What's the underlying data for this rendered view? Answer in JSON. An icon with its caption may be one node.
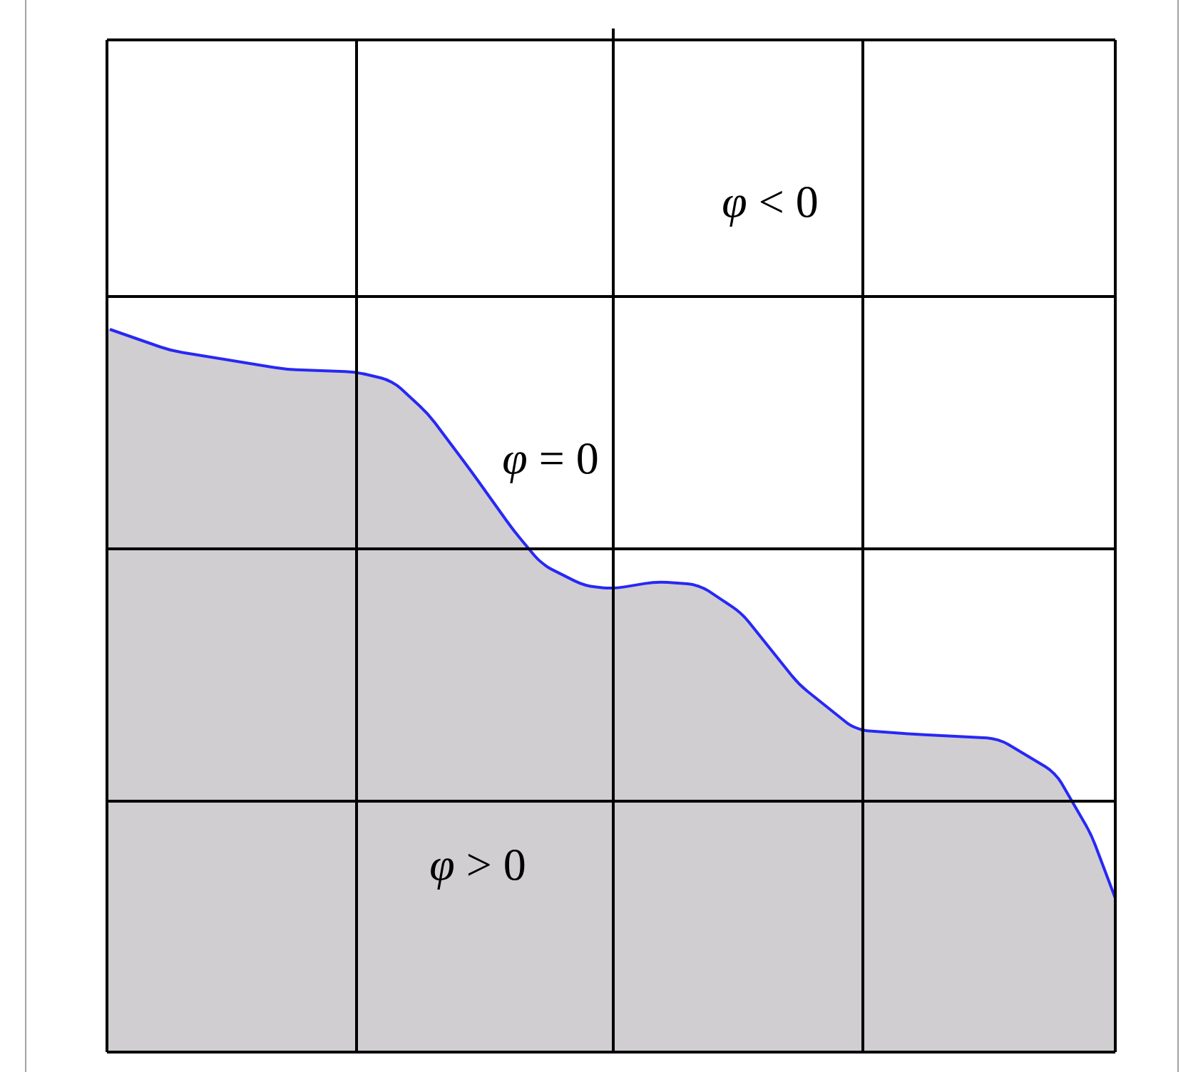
{
  "diagram": {
    "labels": [
      "*φ* < 0",
      "*φ* = 0",
      "*φ* > 0"
    ]
  }
}
